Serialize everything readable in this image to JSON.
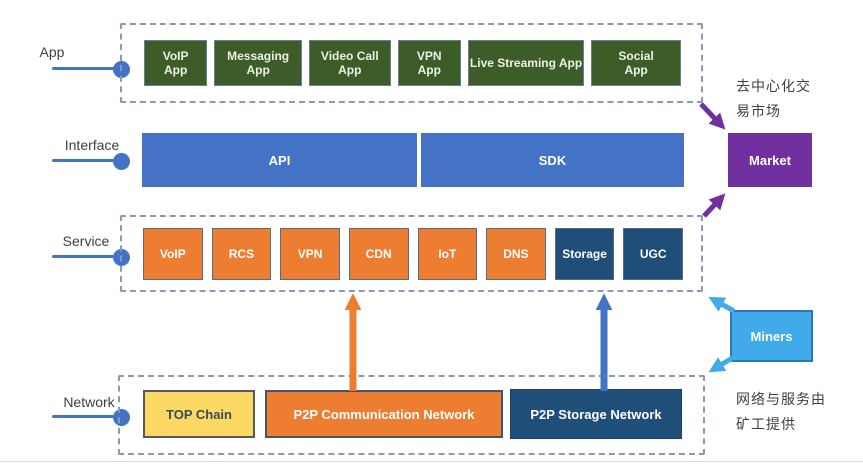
{
  "layers": {
    "app": {
      "label": "App",
      "boxes": [
        {
          "label": "VoIP\nApp"
        },
        {
          "label": "Messaging App"
        },
        {
          "label": "Video Call\nApp"
        },
        {
          "label": "VPN\nApp"
        },
        {
          "label": "Live Streaming App"
        },
        {
          "label": "Social\nApp"
        }
      ]
    },
    "interface": {
      "label": "Interface",
      "boxes": [
        {
          "label": "API"
        },
        {
          "label": "SDK"
        }
      ]
    },
    "service": {
      "label": "Service",
      "boxes": [
        {
          "label": "VoIP",
          "type": "orange"
        },
        {
          "label": "RCS",
          "type": "orange"
        },
        {
          "label": "VPN",
          "type": "orange"
        },
        {
          "label": "CDN",
          "type": "orange"
        },
        {
          "label": "IoT",
          "type": "orange"
        },
        {
          "label": "DNS",
          "type": "orange"
        },
        {
          "label": "Storage",
          "type": "navy"
        },
        {
          "label": "UGC",
          "type": "navy"
        }
      ]
    },
    "network": {
      "label": "Network",
      "boxes": [
        {
          "label": "TOP Chain",
          "type": "yellow"
        },
        {
          "label": "P2P Communication Network",
          "type": "orange"
        },
        {
          "label": "P2P Storage Network",
          "type": "navy"
        }
      ]
    }
  },
  "right_panel": {
    "market_caption": "去中心化交\n易市场",
    "market_label": "Market",
    "miners_label": "Miners",
    "miners_caption": "网络与服务由\n矿工提供"
  },
  "colors": {
    "accent_blue": "#4472c4",
    "dark_green": "#3c5c28",
    "orange": "#ed7d31",
    "navy": "#1f4e79",
    "yellow": "#fbd964",
    "purple": "#7030a0",
    "miners_blue": "#41aae8",
    "dashed_border": "#8a9ab5"
  },
  "arrows": [
    {
      "name": "app-to-market",
      "color": "#7030a0"
    },
    {
      "name": "service-to-market",
      "color": "#7030a0"
    },
    {
      "name": "miners-to-service",
      "color": "#41aae8"
    },
    {
      "name": "miners-to-network",
      "color": "#41aae8"
    },
    {
      "name": "p2p-communication-to-cdn",
      "color": "#ed7d31"
    },
    {
      "name": "p2p-storage-to-storage",
      "color": "#4472c4"
    }
  ]
}
